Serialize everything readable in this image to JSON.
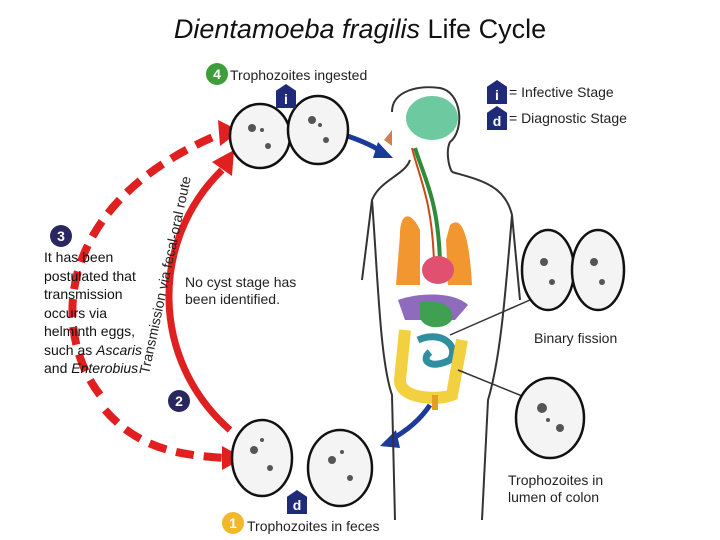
{
  "title": {
    "italic": "Dientamoeba fragilis",
    "plain": " Life Cycle"
  },
  "legend": {
    "infective_letter": "i",
    "infective_text": "= Infective Stage",
    "diagnostic_letter": "d",
    "diagnostic_text": "= Diagnostic Stage"
  },
  "steps": {
    "step1": {
      "num": "1",
      "text": "Trophozoites in feces",
      "tag": "d"
    },
    "step2": {
      "num": "2"
    },
    "step3": {
      "num": "3"
    },
    "step4": {
      "num": "4",
      "text": "Trophozoites ingested",
      "tag": "i"
    }
  },
  "note3": {
    "l1": "It has been",
    "l2": "postulated that",
    "l3": "transmission",
    "l4": "occurs via",
    "l5": "helminth eggs,",
    "l6a": "such as ",
    "l6b": "Ascaris",
    "l7a": "and ",
    "l7b": "Enterobius",
    "l7c": "."
  },
  "arc_label": "Transmission via fecal-oral route",
  "no_cyst": {
    "l1": "No cyst stage has",
    "l2": "been identified."
  },
  "binary_fission": "Binary fission",
  "lumen": {
    "l1": "Trophozoites in",
    "l2": "lumen of colon"
  },
  "colors": {
    "arrow_red": "#e02020",
    "arrow_blue": "#1b3a9a",
    "badge_green": "#3f9e3a",
    "badge_navy": "#2a2760"
  }
}
